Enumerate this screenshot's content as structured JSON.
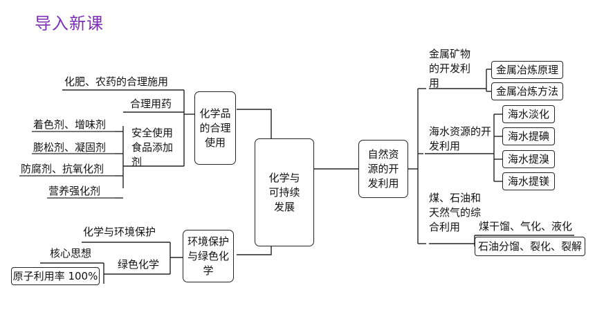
{
  "header": {
    "title": "导入新课"
  },
  "center": "化学与可持续发展",
  "left": {
    "chem_products": {
      "label": "化学品的合理使用",
      "fertilizer": "化肥、农药的合理施用",
      "medicine": "合理用药",
      "additives": {
        "label": "安全使用食品添加剂",
        "items": [
          "着色剂、增味剂",
          "膨松剂、凝固剂",
          "防腐剂、抗氧化剂",
          "营养强化剂"
        ]
      }
    },
    "green": {
      "label": "环境保护与绿色化学",
      "protection": "化学与环境保护",
      "green_chem": "绿色化学",
      "core": "核心思想",
      "atom": "原子利用率 100%"
    }
  },
  "right": {
    "natural": {
      "label": "自然资源的开发利用",
      "metals": {
        "label": "金属矿物的开发利用",
        "items": [
          "金属冶炼原理",
          "金属冶炼方法"
        ]
      },
      "seawater": {
        "label": "海水资源的开发利用",
        "items": [
          "海水淡化",
          "海水提碘",
          "海水提溴",
          "海水提镁"
        ]
      },
      "fossil": {
        "label": "煤、石油和天然气的综合利用",
        "items": [
          "煤干馏、气化、液化",
          "石油分馏、裂化、裂解"
        ]
      }
    }
  }
}
